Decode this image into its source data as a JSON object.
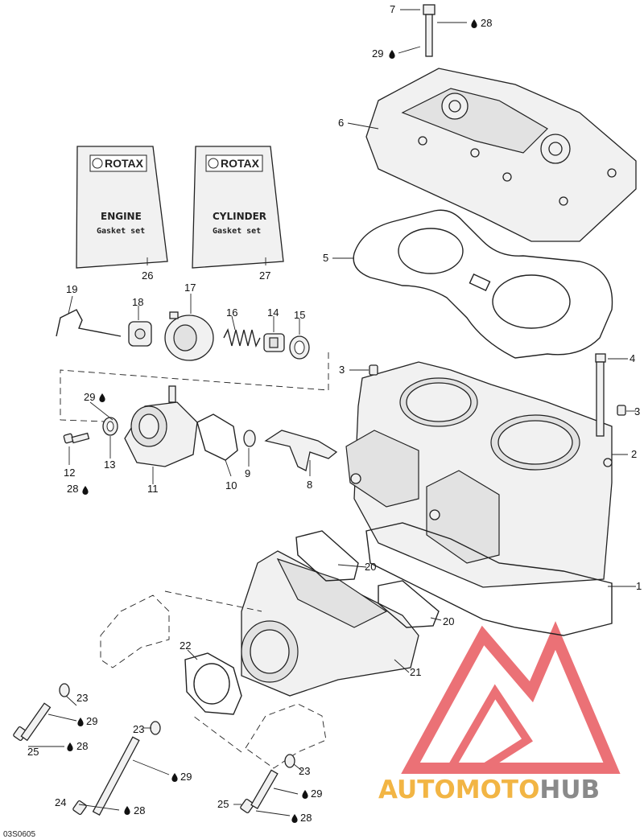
{
  "labels": {
    "l1": "1",
    "l2": "2",
    "l3a": "3",
    "l3b": "3",
    "l4": "4",
    "l5": "5",
    "l6": "6",
    "l7": "7",
    "l8": "8",
    "l9": "9",
    "l10": "10",
    "l11": "11",
    "l12": "12",
    "l13": "13",
    "l14": "14",
    "l15": "15",
    "l16": "16",
    "l17": "17",
    "l18": "18",
    "l19": "19",
    "l20a": "20",
    "l20b": "20",
    "l21": "21",
    "l22": "22",
    "l23a": "23",
    "l23b": "23",
    "l23c": "23",
    "l24": "24",
    "l25a": "25",
    "l25b": "25",
    "l26": "26",
    "l27": "27",
    "l28a": "28",
    "l28b": "28",
    "l28c": "28",
    "l28d": "28",
    "l28e": "28",
    "l29a": "29",
    "l29b": "29",
    "l29c": "29",
    "l29d": "29",
    "l29e": "29"
  },
  "kits": {
    "engine": {
      "brand": "ROTAX",
      "title": "ENGINE",
      "subtitle": "Gasket set"
    },
    "cylinder": {
      "brand": "ROTAX",
      "title": "CYLINDER",
      "subtitle": "Gasket set"
    }
  },
  "watermark": {
    "text_a": "AUTO",
    "text_b": "MOTO",
    "text_c": "HUB"
  },
  "diagram_code": "03S0605",
  "colors": {
    "watermark_red": "#e8595f",
    "watermark_orange": "#f2b544",
    "watermark_gray": "#8a8a8a",
    "line": "#222222"
  },
  "icons": {
    "liquid_drop": "drop-icon"
  }
}
